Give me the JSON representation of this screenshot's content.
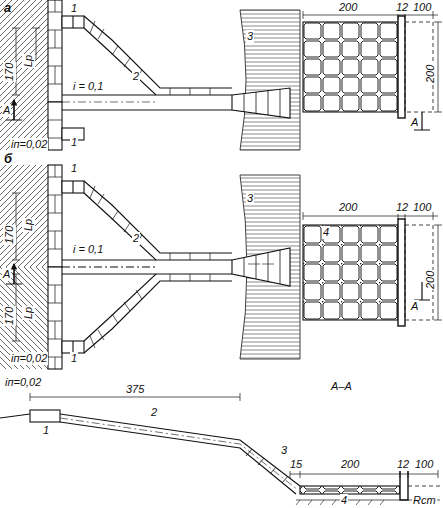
{
  "diagram": {
    "labels": [
      "а",
      "1",
      "1",
      "170",
      "Lр",
      "2",
      "3",
      "i = 0,1",
      "A",
      "iп=0,02",
      "200",
      "12",
      "100",
      "200",
      "A",
      "б",
      "1",
      "1",
      "170",
      "Lр",
      "170",
      "Lр",
      "2",
      "i = 0,1",
      "3",
      "A",
      "iп=0,02",
      "200",
      "12",
      "100",
      "4",
      "200",
      "A",
      "iп=0,02",
      "375",
      "A–A",
      "1",
      "2",
      "3",
      "15",
      "200",
      "12",
      "100",
      "4",
      "Rст"
    ]
  }
}
